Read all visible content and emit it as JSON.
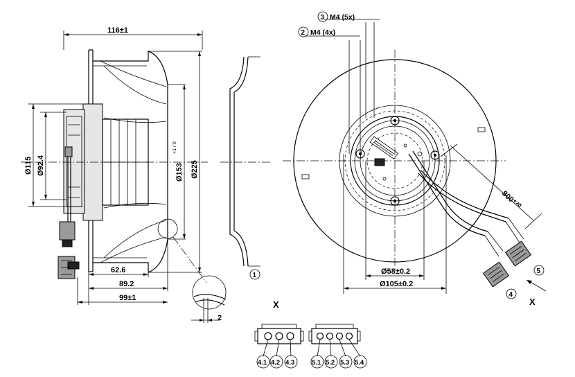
{
  "side_view": {
    "dims": {
      "overall_width": "116±1",
      "depth_626": "62.6",
      "depth_892": "89.2",
      "depth_99": "99±1",
      "dia_115": "Ø115",
      "dia_924": "Ø92.4",
      "dia_153": "Ø153",
      "dia_153_tol": "+1 / 0",
      "dia_225": "Ø225"
    }
  },
  "detail": {
    "dim_2": "2"
  },
  "inlet_ring": {
    "callout": "1"
  },
  "front_view": {
    "callouts": {
      "m4_4x_num": "2",
      "m4_4x_label": "M4 (4x)",
      "m4_5x_num": "3",
      "m4_5x_label": "M4 (5x)",
      "cable_4": "4",
      "cable_5": "5"
    },
    "dims": {
      "cable_length": "800⁺²⁰",
      "dia_58": "Ø58±0.2",
      "dia_105": "Ø105±0.2"
    },
    "view_label": "X"
  },
  "connectors": {
    "title": "X",
    "pins_4": [
      "4.1",
      "4.2",
      "4.3"
    ],
    "pins_5": [
      "5.1",
      "5.2",
      "5.3",
      "5.4"
    ]
  }
}
